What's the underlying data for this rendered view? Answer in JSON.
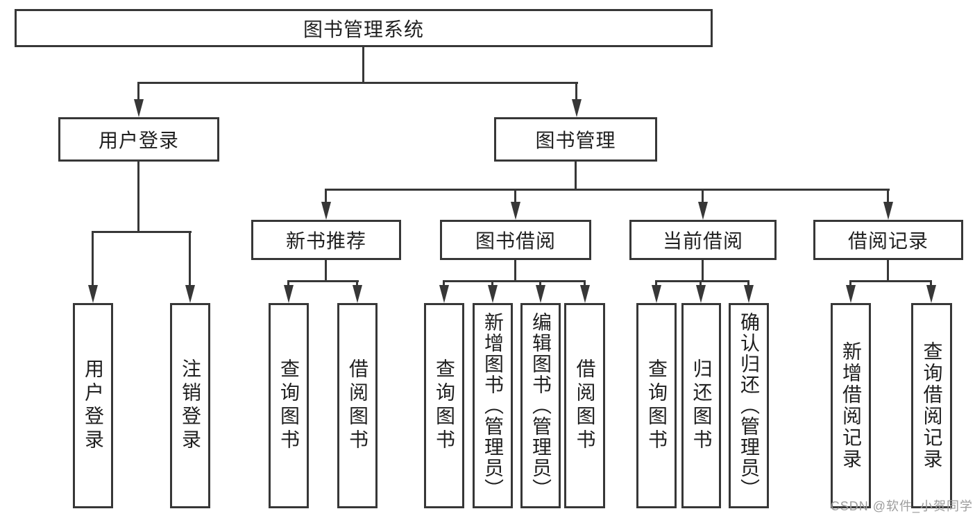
{
  "diagram_title": "图书管理系统",
  "tree": {
    "label": "图书管理系统",
    "children": [
      {
        "label": "用户登录",
        "children": [
          {
            "label": "用户登录"
          },
          {
            "label": "注销登录"
          }
        ]
      },
      {
        "label": "图书管理",
        "children": [
          {
            "label": "新书推荐",
            "children": [
              {
                "label": "查询图书"
              },
              {
                "label": "借阅图书"
              }
            ]
          },
          {
            "label": "图书借阅",
            "children": [
              {
                "label": "查询图书"
              },
              {
                "label": "新增图书（管理员）"
              },
              {
                "label": "编辑图书（管理员）"
              },
              {
                "label": "借阅图书"
              }
            ]
          },
          {
            "label": "当前借阅",
            "children": [
              {
                "label": "查询图书"
              },
              {
                "label": "归还图书"
              },
              {
                "label": "确认归还（管理员）"
              }
            ]
          },
          {
            "label": "借阅记录",
            "children": [
              {
                "label": "新增借阅记录"
              },
              {
                "label": "查询借阅记录"
              }
            ]
          }
        ]
      }
    ]
  },
  "watermark": {
    "text": "CSDN @软件_小贺同学"
  },
  "colors": {
    "line": "#373737",
    "box_border": "#373737",
    "text": "#1f1f1f",
    "watermark": "#9c9c9c",
    "background": "#ffffff"
  }
}
